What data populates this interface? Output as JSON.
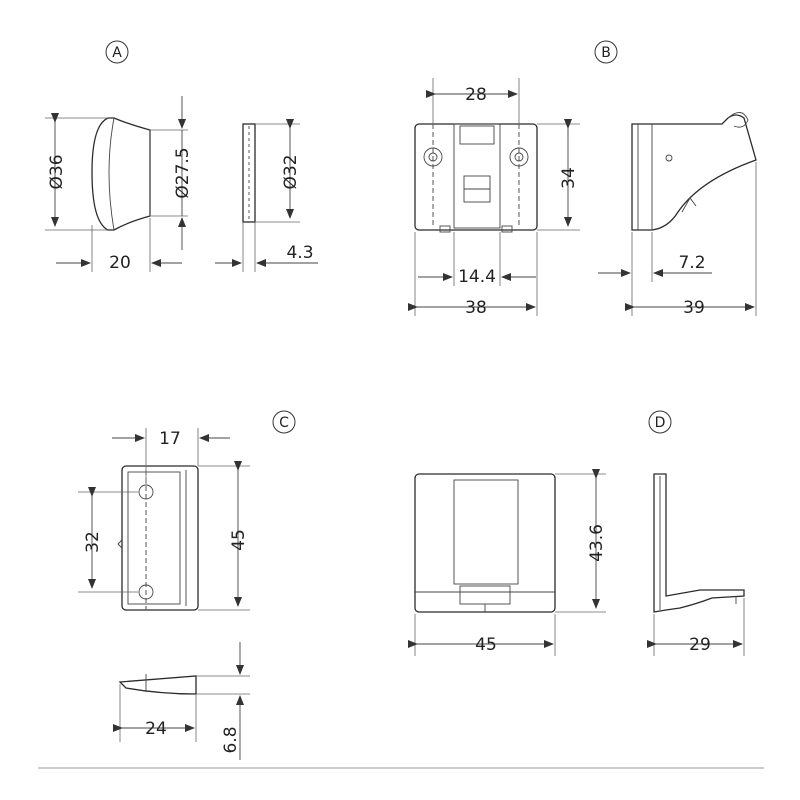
{
  "views": {
    "A": {
      "label": "A",
      "dims": {
        "dia_outer": "Ø36",
        "dia_neck": "Ø27.5",
        "length": "20",
        "dia_plate": "Ø32",
        "plate_thk": "4.3"
      }
    },
    "B": {
      "label": "B",
      "dims": {
        "hole_spacing": "28",
        "height": "34",
        "inner_width": "14.4",
        "width": "38",
        "offset": "7.2",
        "depth": "39"
      }
    },
    "C": {
      "label": "C",
      "dims": {
        "width": "17",
        "hole_spacing": "32",
        "height": "45",
        "wedge_length": "24",
        "wedge_height": "6.8"
      }
    },
    "D": {
      "label": "D",
      "dims": {
        "height": "43.6",
        "width": "45",
        "depth": "29"
      }
    }
  }
}
